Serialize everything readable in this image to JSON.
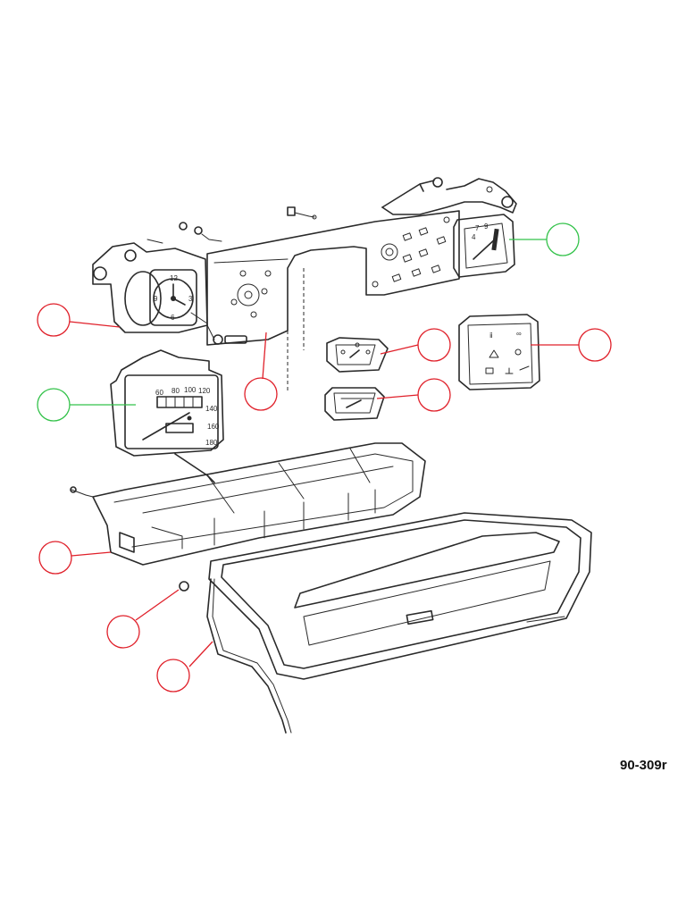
{
  "diagram": {
    "reference_code": "90-309r",
    "colors": {
      "callout_default": "#e0202a",
      "callout_highlight": "#33c24a",
      "ink": "#2a2a2a"
    },
    "clock_face": {
      "numbers": [
        "12",
        "3",
        "6",
        "9"
      ]
    },
    "speedometer": {
      "scale": [
        "60",
        "80",
        "100",
        "120",
        "140",
        "160",
        "180"
      ]
    },
    "callouts": [
      {
        "id": "callout-clock",
        "status": "default",
        "color_key": "callout_default"
      },
      {
        "id": "callout-panel-back",
        "status": "default",
        "color_key": "callout_default"
      },
      {
        "id": "callout-speedometer",
        "status": "highlighted",
        "color_key": "callout_highlight"
      },
      {
        "id": "callout-temp-gauge",
        "status": "highlighted",
        "color_key": "callout_highlight"
      },
      {
        "id": "callout-warning-gauge",
        "status": "default",
        "color_key": "callout_default"
      },
      {
        "id": "callout-fuel-gauge",
        "status": "default",
        "color_key": "callout_default"
      },
      {
        "id": "callout-indicator-panel",
        "status": "default",
        "color_key": "callout_default"
      },
      {
        "id": "callout-cluster-housing",
        "status": "default",
        "color_key": "callout_default"
      },
      {
        "id": "callout-clip",
        "status": "default",
        "color_key": "callout_default"
      },
      {
        "id": "callout-bezel",
        "status": "default",
        "color_key": "callout_default"
      }
    ]
  }
}
